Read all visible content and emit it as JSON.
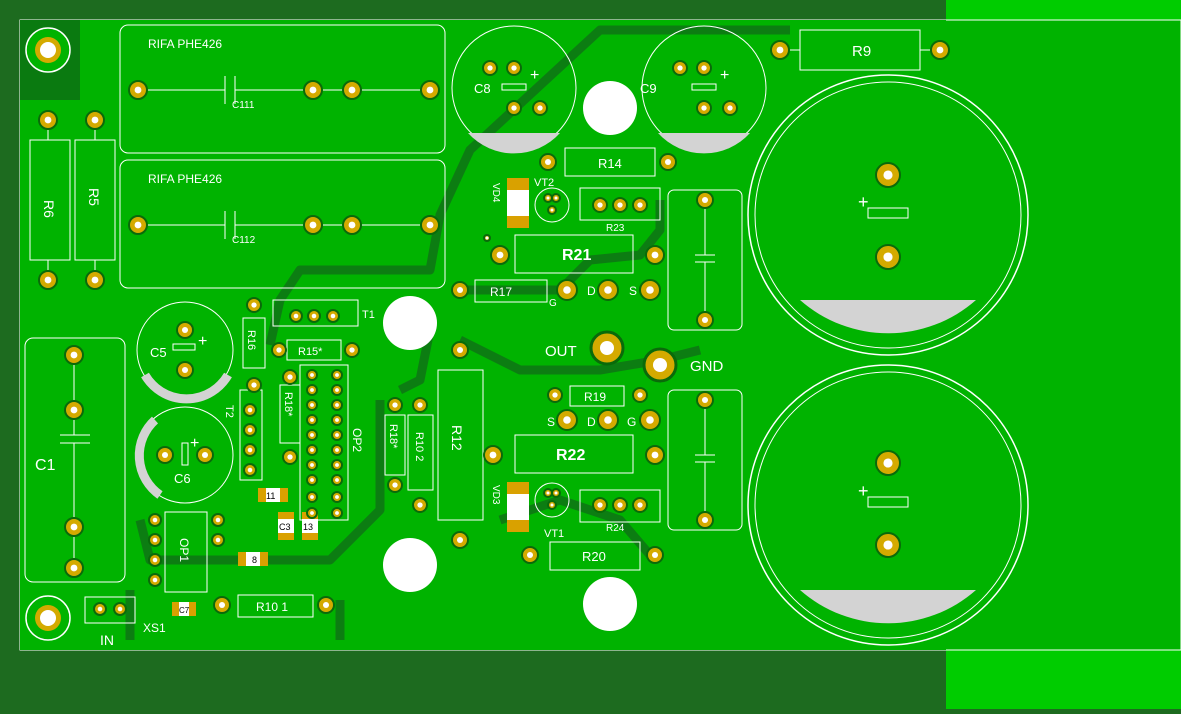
{
  "colors": {
    "background": "#1d6b1f",
    "board": "#00b300",
    "board_bright": "#00cc00",
    "trace": "#0c7d12",
    "silkscreen": "#ffffff",
    "pad": "#d4aa00",
    "pad_inner": "#ffffff",
    "smd_pad": "#d9a100",
    "polarity_band": "#d3d3d3"
  },
  "capacitors": {
    "film_top_label": "RIFA PHE426",
    "film_top_ref": "C111",
    "film_bottom_label": "RIFA PHE426",
    "film_bottom_ref": "C112",
    "c1": "C1",
    "c5": "C5",
    "c6": "C6",
    "c8": "C8",
    "c9": "C9",
    "c3": "C3",
    "c13": "13",
    "c11": "11",
    "c8_smd": "8",
    "c7_smd": "C7",
    "polarity_plus": "+"
  },
  "resistors": {
    "r5": "R5",
    "r6": "R6",
    "r9": "R9",
    "r12": "R12",
    "r14": "R14",
    "r15": "R15*",
    "r16": "R16",
    "r17": "R17",
    "r18a": "R18*",
    "r18b": "R18*",
    "r19": "R19",
    "r20": "R20",
    "r21": "R21",
    "r22": "R22",
    "r23": "R23",
    "r24": "R24",
    "r101": "R10 1",
    "r102": "R10 2"
  },
  "semis": {
    "vt1": "VT1",
    "vt2": "VT2",
    "vd3": "VD3",
    "vd4": "VD4",
    "t1": "T1",
    "t2": "T2",
    "op1": "OP1",
    "op2": "OP2",
    "pin_s": "S",
    "pin_d": "D",
    "pin_g": "G",
    "g_label": "G"
  },
  "connectors": {
    "out": "OUT",
    "gnd": "GND",
    "in": "IN",
    "xs1": "XS1"
  }
}
